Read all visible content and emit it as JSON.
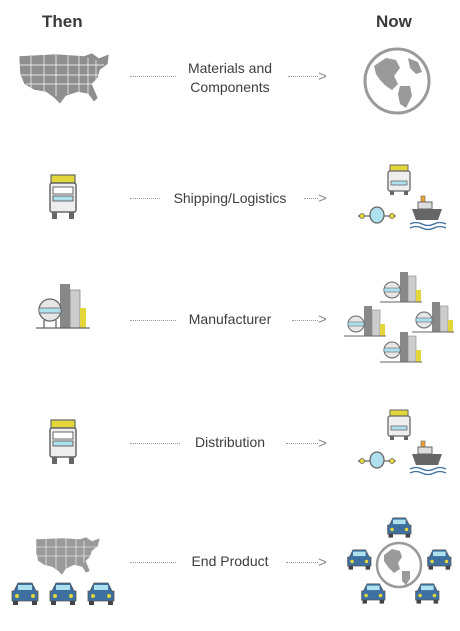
{
  "header": {
    "then": "Then",
    "now": "Now"
  },
  "rows": [
    {
      "label": "Materials and Components",
      "then_icon": "usa-map-icon",
      "now_icon": "globe-icon"
    },
    {
      "label": "Shipping/Logistics",
      "then_icon": "truck-icon",
      "now_icon": "truck-plane-ship-icon"
    },
    {
      "label": "Manufacturer",
      "then_icon": "factory-icon",
      "now_icon": "factories-cluster-icon"
    },
    {
      "label": "Distribution",
      "then_icon": "truck-icon",
      "now_icon": "truck-plane-ship-icon"
    },
    {
      "label": "End Product",
      "then_icon": "usa-map-cars-icon",
      "now_icon": "globe-cars-icon"
    }
  ],
  "colors": {
    "gray": "#9a9a9a",
    "yellow": "#e2d63b",
    "blue": "#3d6fa0",
    "light_blue": "#aee0ee",
    "orange": "#f0a030"
  }
}
